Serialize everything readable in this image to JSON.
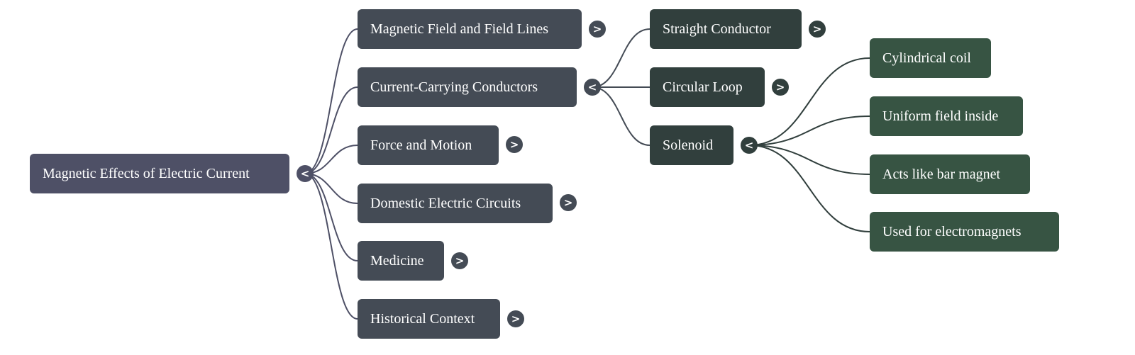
{
  "title": "Magnetic Effects of Electric Current",
  "colors": {
    "root": "#4e5066",
    "level1": "#444b55",
    "level2": "#313f3d",
    "level3": "#375443",
    "edge_root": "#4e5066",
    "edge_level1": "#444b55",
    "edge_level2": "#313f3d"
  },
  "icons": {
    "expand": "chevron-right-icon",
    "collapse": "chevron-left-icon"
  },
  "tree": {
    "label": "Magnetic Effects of Electric Current",
    "toggle": "<",
    "expanded": true,
    "children": [
      {
        "label": "Magnetic Field and Field Lines",
        "toggle": ">",
        "expanded": false
      },
      {
        "label": "Current-Carrying Conductors",
        "toggle": "<",
        "expanded": true,
        "children": [
          {
            "label": "Straight Conductor",
            "toggle": ">",
            "expanded": false
          },
          {
            "label": "Circular Loop",
            "toggle": ">",
            "expanded": false
          },
          {
            "label": "Solenoid",
            "toggle": "<",
            "expanded": true,
            "children": [
              {
                "label": "Cylindrical coil"
              },
              {
                "label": "Uniform field inside"
              },
              {
                "label": "Acts like bar magnet"
              },
              {
                "label": "Used for electromagnets"
              }
            ]
          }
        ]
      },
      {
        "label": "Force and Motion",
        "toggle": ">",
        "expanded": false
      },
      {
        "label": "Domestic Electric Circuits",
        "toggle": ">",
        "expanded": false
      },
      {
        "label": "Medicine",
        "toggle": ">",
        "expanded": false
      },
      {
        "label": "Historical Context",
        "toggle": ">",
        "expanded": false
      }
    ]
  }
}
